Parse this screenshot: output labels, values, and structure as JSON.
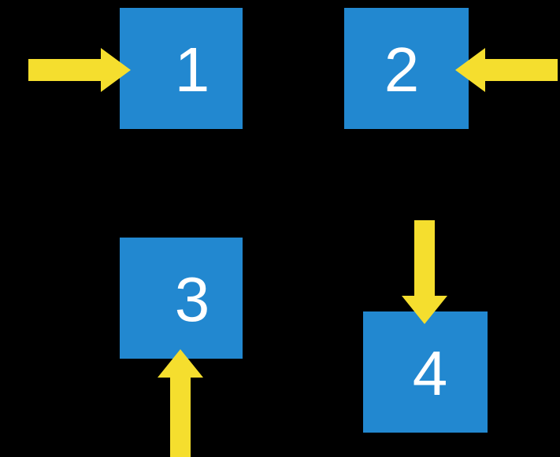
{
  "diagram": {
    "title": "four-box flow diagram",
    "background_color": "#000000",
    "node_fill_color": "#2288D0",
    "node_label_color": "#FFFFFF",
    "arrow_color": "#F5DE2E",
    "nodes": [
      {
        "id": "box-1",
        "label": "1"
      },
      {
        "id": "box-2",
        "label": "2"
      },
      {
        "id": "box-3",
        "label": "3"
      },
      {
        "id": "box-4",
        "label": "4"
      }
    ],
    "arrows": [
      {
        "id": "arrow-into-1",
        "direction": "right",
        "target": "1",
        "icon": "arrow-right-icon"
      },
      {
        "id": "arrow-into-2",
        "direction": "left",
        "target": "2",
        "icon": "arrow-left-icon"
      },
      {
        "id": "arrow-into-4",
        "direction": "down",
        "target": "4",
        "icon": "arrow-down-icon"
      },
      {
        "id": "arrow-into-3",
        "direction": "up",
        "target": "3",
        "icon": "arrow-up-icon"
      }
    ]
  }
}
